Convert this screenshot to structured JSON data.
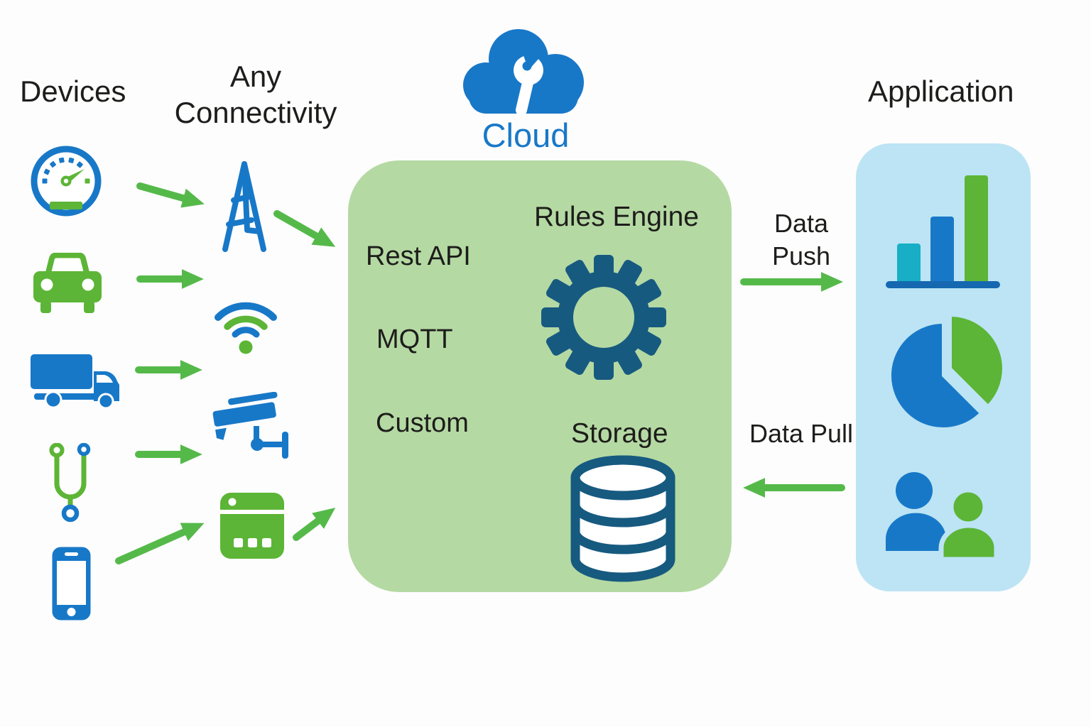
{
  "diagram": {
    "devices": {
      "title": "Devices"
    },
    "connectivity": {
      "title": "Any Connectivity"
    },
    "cloud": {
      "title": "Cloud",
      "protocols": [
        "Rest API",
        "MQTT",
        "Custom"
      ],
      "rules_engine_label": "Rules Engine",
      "storage_label": "Storage"
    },
    "application": {
      "title": "Application"
    },
    "flows": {
      "push": "Data Push",
      "pull": "Data Pull"
    }
  },
  "icons": {
    "devices": [
      "speedometer-icon",
      "car-icon",
      "truck-icon",
      "stethoscope-icon",
      "smartphone-icon"
    ],
    "connectivity": [
      "cell-tower-icon",
      "wifi-icon",
      "cctv-camera-icon",
      "iot-gateway-icon"
    ],
    "cloud": [
      "cloud-wrench-icon",
      "gear-icon",
      "database-icon"
    ],
    "application": [
      "bar-chart-icon",
      "pie-chart-icon",
      "users-icon"
    ]
  },
  "colors": {
    "blue": "#1878c8",
    "green": "#5cb536",
    "arrow_green": "#55b94a",
    "teal": "#17aec6",
    "dark_blue": "#175a80",
    "baseline_blue": "#1568b0",
    "cloud_box_bg": "#b5d9a3",
    "app_panel_bg": "#bce4f4",
    "text": "#1d1d1b"
  }
}
